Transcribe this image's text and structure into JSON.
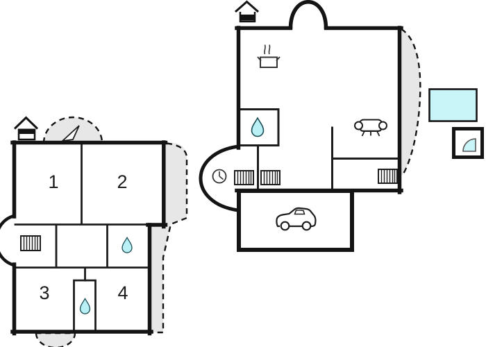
{
  "document": {
    "kind": "floor-plan",
    "floors_shown": 2
  },
  "colors": {
    "wall": "#141414",
    "interior_wall": "#1c1c1c",
    "dashed_area": "#e7e7e7",
    "water_drop": "#b9f0f6",
    "pool": "#c9f4f8",
    "icon_stroke": "#333333"
  },
  "left_unit": {
    "room_labels": [
      "1",
      "2",
      "3",
      "4"
    ],
    "icons": [
      "house-entrance-icon",
      "north-needle-icon",
      "radiator-icon",
      "water-drop-icon",
      "water-drop-icon",
      "door-swing-arc"
    ],
    "outdoor_areas": [
      "terrace-top-semicircle",
      "terrace-right-band",
      "entrance-step-semicircle"
    ]
  },
  "right_unit": {
    "icons": [
      "house-entrance-icon",
      "arched-entrance",
      "cooking-pot-icon",
      "water-drop-icon",
      "sofa-icon",
      "clock-icon",
      "radiator-icon",
      "radiator-icon",
      "radiator-icon",
      "car-icon"
    ],
    "outdoor_areas": [
      "terrace-right-curve"
    ]
  },
  "legend": {
    "items": [
      "pool-swatch",
      "shower-quarter-circle"
    ]
  }
}
